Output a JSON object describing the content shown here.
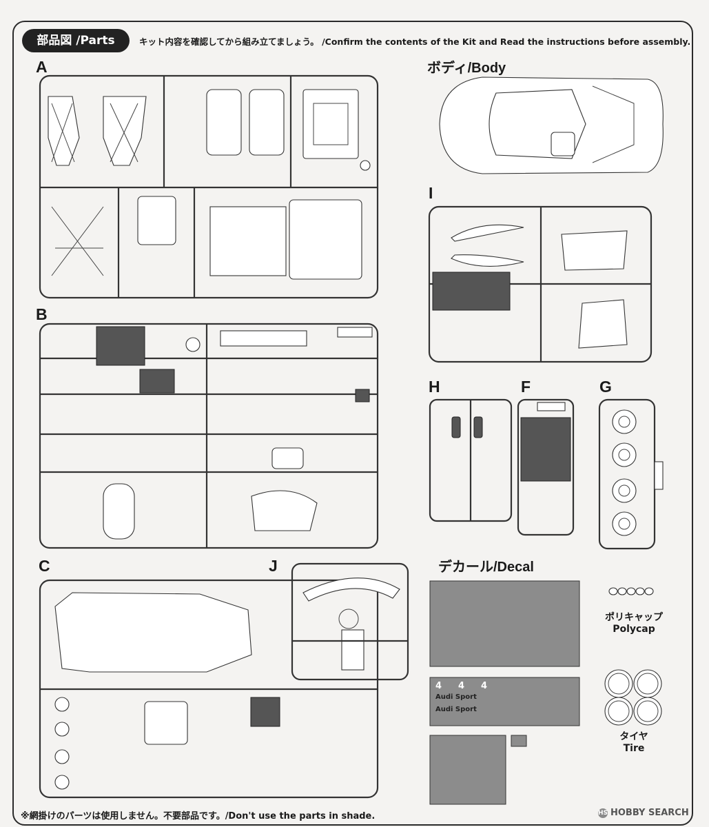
{
  "header": {
    "pill_label": "部品図 /Parts",
    "instruction": "キット内容を確認してから組み立てましょう。 /Confirm the contents of the Kit and Read the instructions before assembly."
  },
  "sprues": {
    "A": "A",
    "B": "B",
    "C": "C",
    "J": "J",
    "I": "I",
    "H": "H",
    "F": "F",
    "G": "G"
  },
  "sections": {
    "body": "ボディ/Body",
    "decal": "デカール/Decal"
  },
  "extras": {
    "polycap_jp": "ポリキャップ",
    "polycap_en": "Polycap",
    "tire_jp": "タイヤ",
    "tire_en": "Tire"
  },
  "decal_sheet": {
    "numbers": [
      "4",
      "4",
      "4"
    ],
    "texts": [
      "Audi Sport",
      "Audi Sport"
    ]
  },
  "footer": {
    "note": "※網掛けのパーツは使用しません。不要部品です。/Don't use the parts in shade.",
    "watermark": "HOBBY SEARCH"
  },
  "colors": {
    "frame": "#2a2a2a",
    "shade": "#555555",
    "decal": "#8c8c8c",
    "paper": "#f4f3f1"
  }
}
